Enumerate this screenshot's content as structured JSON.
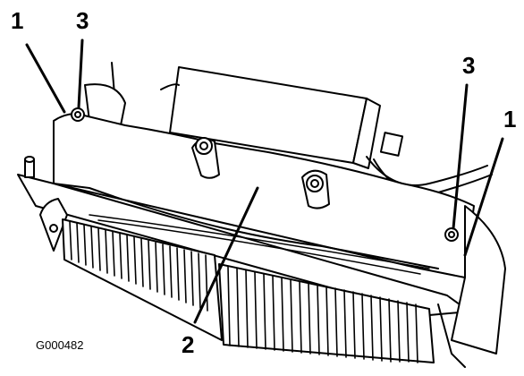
{
  "figure": {
    "id": "G000482",
    "callouts": [
      {
        "label": "1"
      },
      {
        "label": "3"
      },
      {
        "label": "3"
      },
      {
        "label": "1"
      },
      {
        "label": "2"
      }
    ]
  }
}
